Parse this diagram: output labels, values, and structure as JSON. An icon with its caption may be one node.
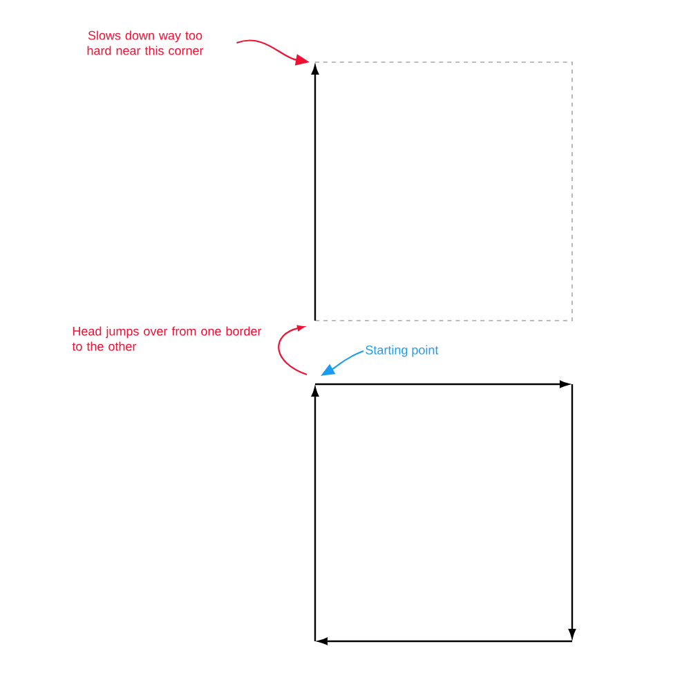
{
  "diagram": {
    "nodes": [
      {
        "text": [
          "Slows down way too hard near this corner"
        ]
      },
      {
        "text": [
          "Starting point"
        ]
      }
    ],
    "edges": [
      {
        "from": 0,
        "to": null,
        "arrow": "to",
        "color": "#ee1133"
      },
      {
        "from": 1,
        "to": null,
        "arrow": "to",
        "color": "#1a9cf0"
      }
    ],
    "labels": [
      "Head jumps over from one border to the other"
    ]
  }
}
